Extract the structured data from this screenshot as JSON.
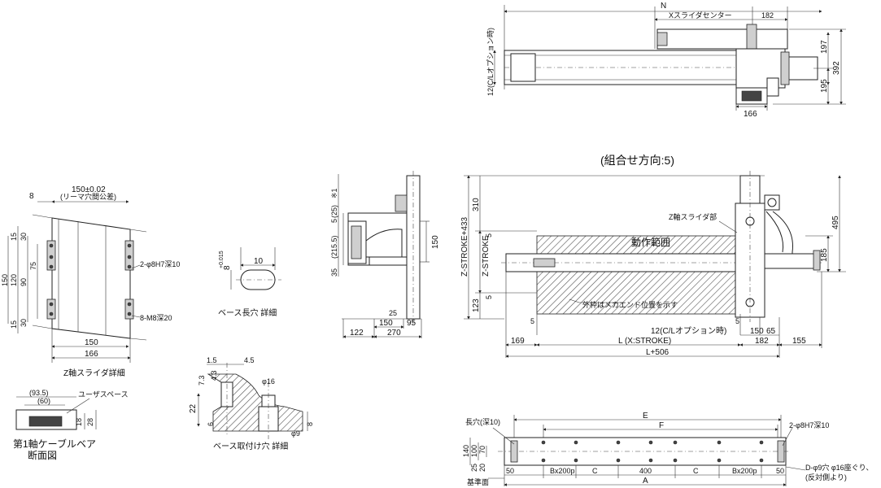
{
  "combo_direction": "(組合せ方向:5)",
  "top_view": {
    "n": "N",
    "x_slider_center": "Xスライダセンター",
    "d182": "182",
    "d197": "197",
    "d392": "392",
    "d195": "195",
    "d166": "166",
    "option12": "12(C/Lオプション時)"
  },
  "z_slider_detail": {
    "pitch": "150±0.02",
    "ream": "(リーマ穴間公差)",
    "d8": "8",
    "d15a": "15",
    "d30a": "30",
    "d75": "75",
    "d150": "150",
    "d120": "120",
    "d90": "90",
    "d30b": "30",
    "d15b": "15",
    "hole_a": "2-φ8H7深10",
    "hole_b": "8-M8深20",
    "w150": "150",
    "w166": "166",
    "caption": "Z軸スライダ詳細"
  },
  "slot_detail": {
    "d10": "10",
    "d8": "8",
    "tol_plus": "+0.015",
    "tol_zero": "0",
    "caption": "ベース長穴 詳細"
  },
  "mount_detail": {
    "d15": "1.5",
    "d45": "4.5",
    "d73": "7.3",
    "d43": "4.3",
    "phi16": "φ16",
    "d22": "22",
    "d6": "6",
    "d8": "8",
    "phi9": "φ9",
    "caption": "ベース取付け穴 詳細"
  },
  "cable_section": {
    "d935": "(93.5)",
    "d60": "(60)",
    "user_space": "ユーザスペース",
    "d18": "18",
    "d28": "28",
    "caption1": "第1軸ケーブルベア",
    "caption2": "断面図"
  },
  "side_view": {
    "d25": "(25)",
    "note": "※1",
    "d2155": "(215.5)",
    "d5": "5",
    "d35": "35",
    "d150": "150",
    "d25b": "25",
    "d150b": "150",
    "d95": "95",
    "d122": "122",
    "d270": "270"
  },
  "front_view": {
    "z_stroke_433": "Z-STROKE+433",
    "z_stroke": "Z-STROKE",
    "d310": "310",
    "d5a": "5",
    "d5b": "5",
    "d123": "123",
    "z_slider": "Z軸スライダ部",
    "range": "動作範囲",
    "d495": "495",
    "d185": "185",
    "outer_frame": "外枠はメカエンド位置を示す",
    "d5c": "5",
    "d5d": "5",
    "d169": "169",
    "opt": "12(C/Lオプション時)",
    "l_stroke": "L (X:STROKE)",
    "d150": "150",
    "d65": "65",
    "d182": "182",
    "d155": "155",
    "l506": "L+506"
  },
  "base_view": {
    "e": "E",
    "f": "F",
    "long_hole": "長穴(深10)",
    "hole2": "2-φ8H7深10",
    "d140": "140",
    "d100": "100",
    "d70": "70",
    "d25": "25",
    "d20": "20",
    "seg": [
      "50",
      "Bx200p",
      "C",
      "400",
      "C",
      "Bx200p",
      "50"
    ],
    "a": "A",
    "ref": "基準面",
    "d_holes": "D-φ9穴 φ16座ぐり、",
    "d_holes2": "(反対側より)"
  },
  "colors": {
    "line": "#222222",
    "hatch": "#555555",
    "fill": "#cfcfcf"
  }
}
